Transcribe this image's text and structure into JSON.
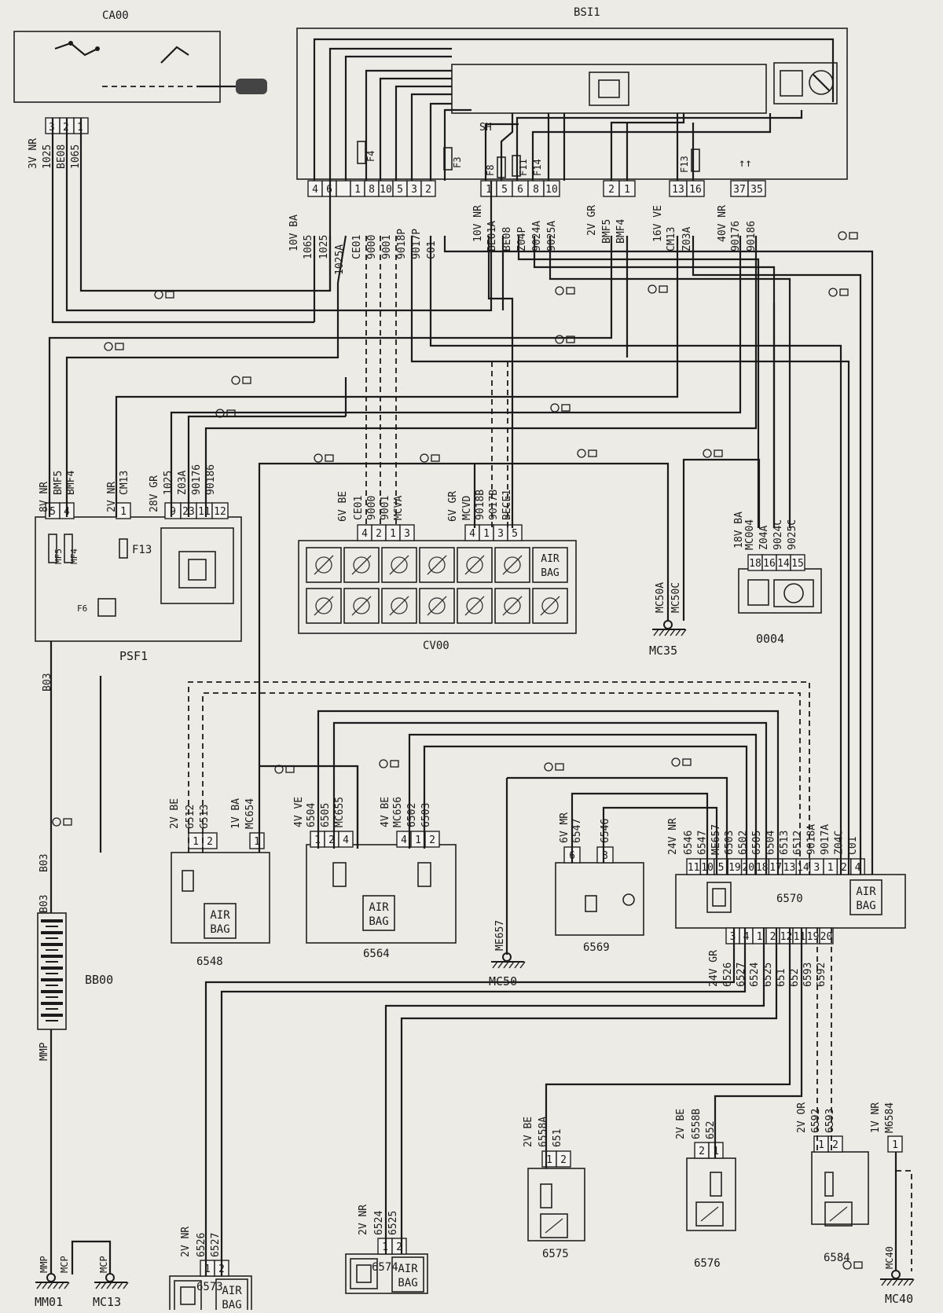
{
  "components": {
    "ca00": "CA00",
    "bsi1": "BSI1",
    "psf1": "PSF1",
    "cv00": "CV00",
    "c0004": "0004",
    "bb00": "BB00",
    "c6548": "6548",
    "c6564": "6564",
    "c6569": "6569",
    "c6570": "6570",
    "c6573": "6573",
    "c6574": "6574",
    "c6575": "6575",
    "c6576": "6576",
    "c6584": "6584"
  },
  "grounds": {
    "mc35": "MC35",
    "mc50": "MC50",
    "mm01": "MM01",
    "mc13": "MC13",
    "mc40": "MC40",
    "mc50a": "MC50A",
    "mc50c": "MC50C",
    "me657": "ME657",
    "mmp": "MMP",
    "mcp": "MCP",
    "mcp2": "MCP",
    "mc40w": "MC40"
  },
  "airbag_label": [
    "AIR",
    "BAG"
  ],
  "fuses": {
    "f4": "F4",
    "f3": "F3",
    "f8": "F8",
    "f11": "F11",
    "f14": "F14",
    "f13": "F13",
    "psf_f13": "F13",
    "mf5": "MF5",
    "mf4": "MF4",
    "sh": "SH",
    "f6": "F6"
  },
  "connectors": {
    "ca00": {
      "label": "3V NR",
      "pins": [
        "3",
        "2",
        "1"
      ],
      "wires": [
        "1025",
        "BE08",
        "1065"
      ]
    },
    "bsi_a": {
      "label": "10V BA",
      "pins": [
        "4",
        "6",
        "",
        "1",
        "8",
        "10",
        "5",
        "3",
        "2"
      ],
      "wires": [
        "1065",
        "1025",
        "1025A",
        "CE01",
        "9000",
        "9001",
        "9018P",
        "9017P",
        "C01"
      ]
    },
    "bsi_b": {
      "label": "10V NR",
      "pins": [
        "1",
        "5",
        "6",
        "8",
        "10"
      ],
      "wires": [
        "BE01A",
        "BE08",
        "Z04P",
        "9024A",
        "9025A"
      ]
    },
    "bsi_c": {
      "label": "2V GR",
      "pins": [
        "2",
        "1"
      ],
      "wires": [
        "BMF5",
        "BMF4"
      ]
    },
    "bsi_d": {
      "label": "16V VE",
      "pins": [
        "13",
        "16"
      ],
      "wires": [
        "CM13",
        "Z03A"
      ]
    },
    "bsi_e": {
      "label": "40V NR",
      "pins": [
        "37",
        "35"
      ],
      "wires": [
        "90176",
        "90186"
      ]
    },
    "psf_a": {
      "label": "8V NR",
      "pins": [
        "5",
        "4"
      ],
      "wires": [
        "BMF5",
        "BMF4"
      ]
    },
    "psf_b": {
      "label": "2V NR",
      "pins": [
        "1"
      ],
      "wires": [
        "CM13"
      ]
    },
    "psf_c": {
      "label": "28V GR",
      "pins": [
        "9",
        "23",
        "11",
        "12"
      ],
      "wires": [
        "1025",
        "Z03A",
        "90176",
        "90186"
      ]
    },
    "cv_a": {
      "label": "6V BE",
      "pins": [
        "4",
        "2",
        "1",
        "3"
      ],
      "wires": [
        "CE01",
        "9000",
        "9001",
        "MCVA"
      ]
    },
    "cv_b": {
      "label": "6V GR",
      "pins": [
        "4",
        "1",
        "3",
        "5"
      ],
      "wires": [
        "MCVD",
        "9018B",
        "9017B",
        "BECE1"
      ]
    },
    "d0004": {
      "label": "18V BA",
      "pins": [
        "18",
        "16",
        "14",
        "15"
      ],
      "wires": [
        "MC004",
        "Z04A",
        "9024C",
        "9025C"
      ]
    },
    "c6548": {
      "label": "2V BE",
      "pins": [
        "1",
        "2"
      ],
      "wires": [
        "6512",
        "6513"
      ]
    },
    "c6548b": {
      "label": "1V BA",
      "pins": [
        "1"
      ],
      "wires": [
        "MC654"
      ]
    },
    "c6564a": {
      "label": "4V VE",
      "pins": [
        "1",
        "2",
        "4"
      ],
      "wires": [
        "6504",
        "6505",
        "MC655"
      ]
    },
    "c6564b": {
      "label": "4V BE",
      "pins": [
        "4",
        "1",
        "2"
      ],
      "wires": [
        "MC656",
        "6502",
        "6503"
      ]
    },
    "c6569": {
      "label": "6V MR",
      "pins": [
        "6",
        "3"
      ],
      "wires": [
        "6547",
        "6546"
      ]
    },
    "c6570a": {
      "label": "24V NR",
      "pins": [
        "11",
        "10",
        "5",
        "19",
        "20",
        "18",
        "17",
        "13",
        "14",
        "3",
        "1",
        "2",
        "4"
      ],
      "wires": [
        "6546",
        "6547",
        "ME657",
        "6503",
        "6502",
        "6505",
        "6504",
        "6513",
        "6512",
        "9018A",
        "9017A",
        "Z04C",
        "C01"
      ]
    },
    "c6570b": {
      "label": "24V GR",
      "pins": [
        "3",
        "4",
        "1",
        "2",
        "12",
        "11",
        "19",
        "20"
      ],
      "wires": [
        "6526",
        "6527",
        "6524",
        "6525",
        "651",
        "652",
        "6593",
        "6592"
      ]
    },
    "c6573": {
      "label": "2V NR",
      "pins": [
        "1",
        "2"
      ],
      "wires": [
        "6526",
        "6527"
      ]
    },
    "c6574": {
      "label": "2V NR",
      "pins": [
        "1",
        "2"
      ],
      "wires": [
        "6524",
        "6525"
      ]
    },
    "c6575": {
      "label": "2V BE",
      "pins": [
        "1",
        "2"
      ],
      "wires": [
        "6558A",
        "651"
      ]
    },
    "c6576": {
      "label": "2V BE",
      "pins": [
        "2",
        "1"
      ],
      "wires": [
        "6558B",
        "652"
      ]
    },
    "c6584": {
      "label": "2V OR",
      "pins": [
        "1",
        "2"
      ],
      "wires": [
        "6592",
        "6593"
      ]
    },
    "c6584b": {
      "label": "1V NR",
      "pins": [
        "1"
      ],
      "wires": [
        "M6584"
      ]
    }
  },
  "bb00_wires": {
    "top": "B03",
    "mid": "B03",
    "bottom": "MMP",
    "psf": "B03"
  },
  "cv00_icons": [
    "parking-light-icon",
    "low-beam-icon",
    "high-beam-icon",
    "turn-signal-icon",
    "rear-fog-icon",
    "front-fog-icon",
    "airbag-icon",
    "wiper-icon",
    "rear-wiper-icon",
    "audio-icon",
    "door-open-icon",
    "key-icon",
    "service-icon",
    "ground-icon"
  ]
}
